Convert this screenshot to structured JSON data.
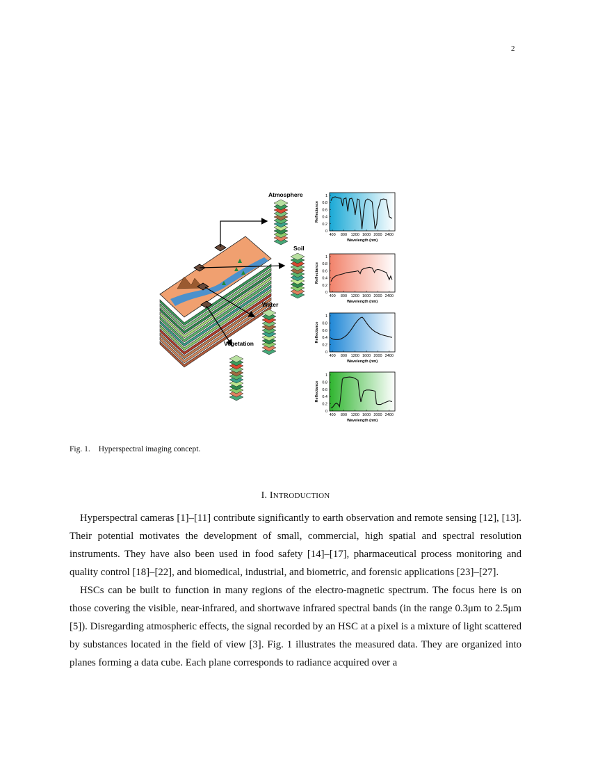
{
  "page_number": "2",
  "figure": {
    "labels": {
      "atmosphere": "Atmosphere",
      "soil": "Soil",
      "water": "Water",
      "vegetation": "Vegetation"
    },
    "caption_label": "Fig. 1.",
    "caption_text": "Hyperspectral imaging concept."
  },
  "chart_data": [
    {
      "type": "line",
      "name": "Atmosphere",
      "xlabel": "Wavelength (nm)",
      "ylabel": "Reflectance",
      "xticks": [
        "400",
        "800",
        "1200",
        "1600",
        "2000",
        "2400"
      ],
      "yticks": [
        "0",
        "0.2",
        "0.4",
        "0.6",
        "0.8",
        "1"
      ],
      "xlim": [
        300,
        2600
      ],
      "ylim": [
        0,
        1
      ],
      "background": [
        "#1aa9d6",
        "#ffffff"
      ],
      "x": [
        350,
        400,
        500,
        600,
        700,
        760,
        800,
        880,
        940,
        1000,
        1080,
        1140,
        1200,
        1280,
        1340,
        1380,
        1440,
        1500,
        1560,
        1640,
        1700,
        1800,
        1870,
        1900,
        1960,
        2000,
        2100,
        2200,
        2300,
        2400,
        2500
      ],
      "y": [
        0.85,
        0.94,
        0.96,
        0.93,
        0.92,
        0.7,
        0.9,
        0.93,
        0.55,
        0.9,
        0.92,
        0.8,
        0.45,
        0.9,
        0.88,
        0.6,
        0.05,
        0.55,
        0.85,
        0.9,
        0.88,
        0.82,
        0.3,
        0.05,
        0.2,
        0.6,
        0.88,
        0.9,
        0.88,
        0.4,
        0.35
      ]
    },
    {
      "type": "line",
      "name": "Soil",
      "xlabel": "Wavelength (nm)",
      "ylabel": "Reflectance",
      "xticks": [
        "400",
        "800",
        "1200",
        "1600",
        "2000",
        "2400"
      ],
      "yticks": [
        "0",
        "0.2",
        "0.4",
        "0.6",
        "0.8",
        "1"
      ],
      "xlim": [
        300,
        2600
      ],
      "ylim": [
        0,
        1
      ],
      "background": [
        "#f2826a",
        "#ffffff"
      ],
      "x": [
        350,
        400,
        500,
        600,
        700,
        800,
        900,
        1000,
        1100,
        1200,
        1300,
        1380,
        1420,
        1500,
        1600,
        1700,
        1800,
        1880,
        1920,
        2000,
        2100,
        2200,
        2300,
        2400,
        2450,
        2500
      ],
      "y": [
        0.3,
        0.38,
        0.45,
        0.48,
        0.5,
        0.52,
        0.55,
        0.56,
        0.57,
        0.58,
        0.6,
        0.52,
        0.62,
        0.66,
        0.68,
        0.7,
        0.68,
        0.55,
        0.62,
        0.64,
        0.62,
        0.58,
        0.55,
        0.35,
        0.45,
        0.35
      ]
    },
    {
      "type": "line",
      "name": "Water",
      "xlabel": "Wavelength (nm)",
      "ylabel": "Reflectance",
      "xticks": [
        "400",
        "800",
        "1200",
        "1600",
        "2000",
        "2400"
      ],
      "yticks": [
        "0",
        "0.2",
        "0.4",
        "0.6",
        "0.8",
        "1"
      ],
      "xlim": [
        300,
        2600
      ],
      "ylim": [
        0,
        1
      ],
      "background": [
        "#1f87d6",
        "#ffffff"
      ],
      "x": [
        350,
        400,
        500,
        600,
        700,
        800,
        900,
        1000,
        1100,
        1200,
        1300,
        1400,
        1450,
        1500,
        1600,
        1700,
        1800,
        1900,
        2000,
        2100,
        2200,
        2300,
        2400,
        2500
      ],
      "y": [
        0.38,
        0.36,
        0.34,
        0.34,
        0.36,
        0.4,
        0.46,
        0.55,
        0.66,
        0.78,
        0.88,
        0.95,
        0.96,
        0.92,
        0.8,
        0.7,
        0.62,
        0.56,
        0.52,
        0.48,
        0.46,
        0.44,
        0.42,
        0.4
      ]
    },
    {
      "type": "line",
      "name": "Vegetation",
      "xlabel": "Wavelength (nm)",
      "ylabel": "Reflectance",
      "xticks": [
        "400",
        "800",
        "1200",
        "1600",
        "2000",
        "2400"
      ],
      "yticks": [
        "0",
        "0.2",
        "0.4",
        "0.6",
        "0.8",
        "1"
      ],
      "xlim": [
        300,
        2600
      ],
      "ylim": [
        0,
        1
      ],
      "background": [
        "#2fb52f",
        "#ffffff"
      ],
      "x": [
        350,
        400,
        450,
        500,
        550,
        600,
        650,
        700,
        750,
        800,
        900,
        1000,
        1100,
        1200,
        1300,
        1350,
        1400,
        1450,
        1500,
        1600,
        1700,
        1800,
        1900,
        1950,
        2000,
        2100,
        2200,
        2300,
        2400,
        2500
      ],
      "y": [
        0.08,
        0.1,
        0.15,
        0.2,
        0.22,
        0.18,
        0.12,
        0.45,
        0.88,
        0.92,
        0.93,
        0.94,
        0.93,
        0.9,
        0.85,
        0.5,
        0.25,
        0.4,
        0.55,
        0.58,
        0.58,
        0.57,
        0.55,
        0.2,
        0.18,
        0.18,
        0.22,
        0.25,
        0.28,
        0.26
      ]
    }
  ],
  "section": {
    "number": "I.",
    "title_first": "I",
    "title_rest": "NTRODUCTION"
  },
  "paragraphs": [
    "Hyperspectral cameras [1]–[11] contribute significantly to earth observation and remote sensing [12], [13]. Their potential motivates the development of small, commercial, high spatial and spectral resolution instruments. They have also been used in food safety [14]–[17], pharmaceutical process monitoring and quality control [18]–[22], and biomedical, industrial, and biometric, and forensic applications [23]–[27].",
    "HSCs can be built to function in many regions of the electro-magnetic spectrum. The focus here is on those covering the visible, near-infrared, and shortwave infrared spectral bands (in the range 0.3μm to 2.5μm [5]). Disregarding atmospheric effects, the signal recorded by an HSC at a pixel is a mixture of light scattered by substances located in the field of view [3]. Fig. 1 illustrates the measured data. They are organized into planes forming a data cube. Each plane corresponds to radiance acquired over a"
  ]
}
